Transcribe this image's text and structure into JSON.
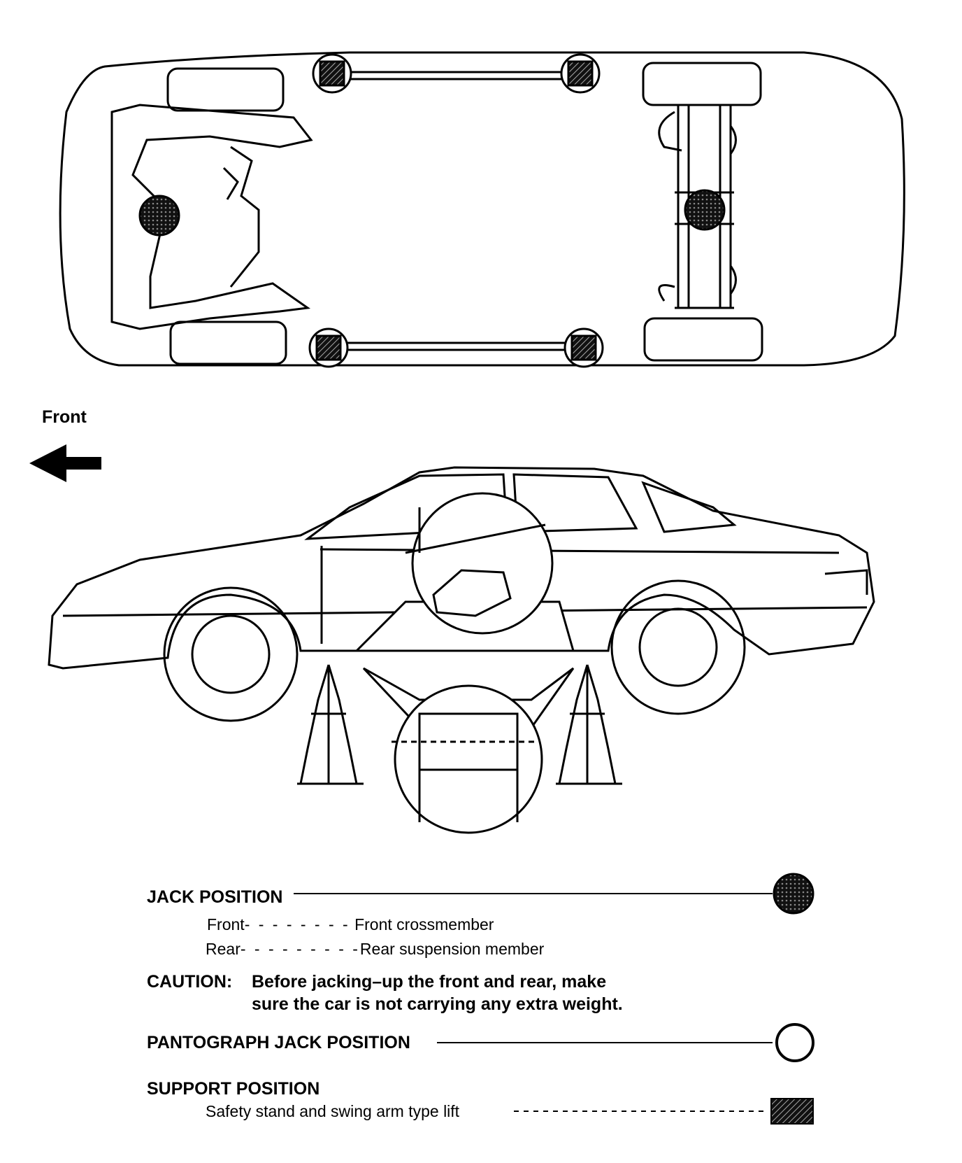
{
  "direction_label": "Front",
  "legend": {
    "jack_position": {
      "title": "JACK POSITION",
      "rows": [
        {
          "name": "Front",
          "dashes": "- - - - - - - -",
          "location": "Front crossmember"
        },
        {
          "name": "Rear",
          "dashes": "- - - - - - - - -",
          "location": "Rear suspension member"
        }
      ],
      "symbol": "filled-dotted-circle"
    },
    "caution": {
      "label": "CAUTION:",
      "line1": "Before jacking–up the front and rear, make",
      "line2": "sure the car is not carrying any extra weight."
    },
    "pantograph": {
      "title": "PANTOGRAPH JACK POSITION",
      "symbol": "open-circle"
    },
    "support": {
      "title": "SUPPORT POSITION",
      "description": "Safety stand and swing arm type lift",
      "symbol": "hatched-square"
    }
  },
  "colors": {
    "ink": "#000000",
    "paper": "#ffffff",
    "dot_fill": "#333333"
  }
}
